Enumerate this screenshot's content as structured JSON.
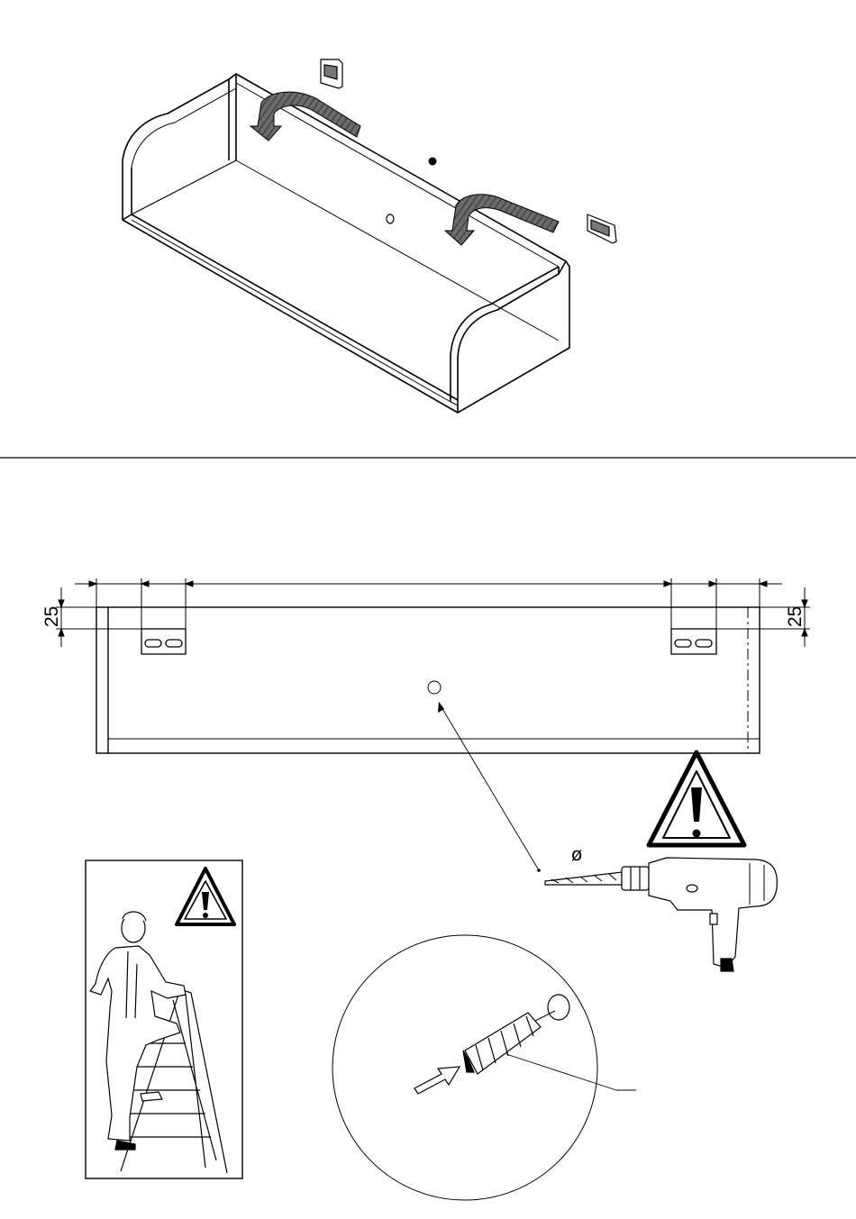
{
  "sheet": {
    "step1": {
      "name": "shelf-with-brackets"
    },
    "step2": {
      "dimension_left": "25",
      "dimension_right": "25",
      "drill_diameter_symbol": "ø"
    }
  },
  "icons": [
    "warning-triangle-icon",
    "drill-icon",
    "ladder-icon",
    "wall-plug-icon",
    "arrow-icon"
  ],
  "colors": {
    "line": "#000000",
    "fill_dark": "#5a5a5a",
    "background": "#ffffff"
  }
}
